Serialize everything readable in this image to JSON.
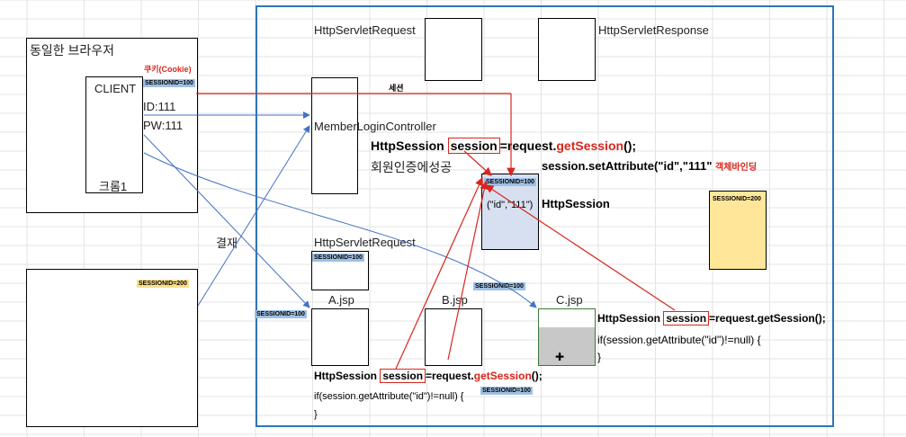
{
  "colors": {
    "accent_red": "#d9261c",
    "frame_blue": "#2e75b6",
    "tag_blue": "#9fbfe3",
    "tag_yellow": "#fbe08a",
    "session_box": "#d6e0f0",
    "yellow_box": "#ffe699"
  },
  "browser": {
    "title": "동일한 브라우저",
    "cookie_label": "쿠키(Cookie)",
    "client_label": "CLIENT",
    "sessionid_tag": "SESSIONID=100",
    "id_line": "ID:111",
    "pw_line": "PW:111",
    "chrome_label": "크롬1"
  },
  "browser2": {
    "sessionid_tag": "SESSIONID=200"
  },
  "payment_label": "결재",
  "server": {
    "request_top": "HttpServletRequest",
    "response_top": "HttpServletResponse",
    "session_label": "세션",
    "controller_label": "MemberLoginController",
    "code_line1": {
      "a": "HttpSession ",
      "b": "session",
      "c": "=request.",
      "d": "getSession",
      "e": "();"
    },
    "success_text": "회원인증에성공",
    "set_attr": {
      "a": "session.setAttribute(\"id\",\"111\"",
      "b": "객체바인딩"
    },
    "session_obj": {
      "tag": "SESSIONID=100",
      "value": "(\"id\",\"111\")",
      "label": "HttpSession"
    },
    "yellow_session_tag": "SESSIONID=200",
    "request_mid": "HttpServletRequest",
    "request_mid_tag": "SESSIONID=100",
    "a_jsp": "A.jsp",
    "b_jsp": "B.jsp",
    "c_jsp": "C.jsp",
    "a_left_tag": "SESSIONID=100",
    "c_arrow_tag": "SESSIONID=100",
    "b_bottom_tag": "SESSIONID=100",
    "c_code": {
      "a": "HttpSession ",
      "b": "session",
      "c": "=request.getSession();",
      "line2": "if(session.getAttribute(\"id\")!=null) {",
      "line3": "}"
    },
    "a_code": {
      "a": "HttpSession ",
      "b": "session",
      "c": "=request.",
      "d": "getSession",
      "e": "();",
      "line2": "if(session.getAttribute(\"id\")!=null) {",
      "line3": "}"
    }
  }
}
